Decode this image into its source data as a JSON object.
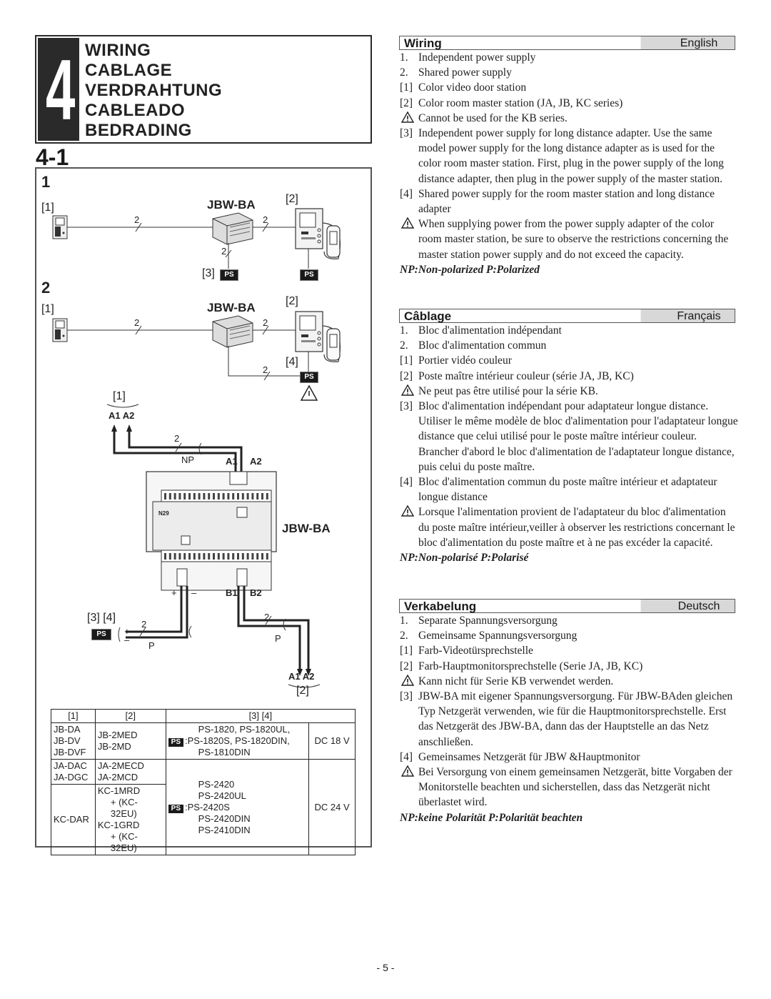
{
  "header": {
    "number": "4",
    "titles": [
      "WIRING",
      "CABLAGE",
      "VERDRAHTUNG",
      "CABLEADO",
      "BEDRADING"
    ]
  },
  "section": "4-1",
  "diagram": {
    "fig1": "1",
    "fig2": "2",
    "ref1": "[1]",
    "ref2": "[2]",
    "ref3": "[3]",
    "ref4": "[4]",
    "ref34": "[3] [4]",
    "adapter": "JBW-BA",
    "ps": "PS",
    "wire2": "2",
    "np": "NP",
    "p": "P",
    "a1": "A1",
    "a2": "A2",
    "a1a2": "A1 A2",
    "b1": "B1",
    "b2": "B2",
    "plus": "+",
    "minus": "–",
    "device_model": "N29"
  },
  "table": {
    "headers": [
      "[1]",
      "[2]",
      "[3] [4]"
    ],
    "row1": {
      "c1": [
        "JB-DA",
        "JB-DV",
        "JB-DVF"
      ],
      "c2": [
        "JB-2MED",
        "JB-2MD"
      ],
      "ps": [
        "PS-1820, PS-1820UL,",
        ":PS-1820S, PS-1820DIN,",
        "PS-1810DIN"
      ],
      "volt": "DC 18 V"
    },
    "row2": {
      "c1": [
        "JA-DAC",
        "JA-DGC"
      ],
      "c2": [
        "JA-2MECD",
        "JA-2MCD"
      ]
    },
    "row3": {
      "c1": "KC-DAR",
      "c2": [
        "KC-1MRD",
        "+ (KC-32EU)",
        "KC-1GRD",
        "+ (KC-32EU)"
      ]
    },
    "ps24": [
      "PS-2420",
      "PS-2420UL",
      ":PS-2420S",
      "PS-2420DIN",
      "PS-2410DIN"
    ],
    "volt24": "DC 24 V",
    "ps_badge": "PS"
  },
  "english": {
    "title": "Wiring",
    "lang": "English",
    "items": [
      {
        "k": "1.",
        "t": "Independent power supply"
      },
      {
        "k": "2.",
        "t": "Shared power supply"
      },
      {
        "k": "[1]",
        "t": "Color video door station"
      },
      {
        "k": "[2]",
        "t": "Color room master station (JA, JB, KC series)"
      },
      {
        "k": "!",
        "t": "Cannot be used for the KB series."
      },
      {
        "k": "[3]",
        "t": "Independent power supply for long distance adapter. Use the same model power supply for the long distance adapter as is used for the color room master station. First, plug in the power supply of the long distance adapter, then plug in the power supply of the master station."
      },
      {
        "k": "[4]",
        "t": "Shared power supply for the room master station and long distance adapter"
      },
      {
        "k": "!",
        "t": "When supplying power from the power supply adapter of the color room master station, be sure to observe the restrictions concerning the master station power supply and do not exceed the capacity."
      }
    ],
    "note": "NP:Non-polarized P:Polarized"
  },
  "french": {
    "title": "Câblage",
    "lang": "Français",
    "items": [
      {
        "k": "1.",
        "t": "Bloc d'alimentation indépendant"
      },
      {
        "k": "2.",
        "t": "Bloc d'alimentation commun"
      },
      {
        "k": "[1]",
        "t": "Portier vidéo couleur"
      },
      {
        "k": "[2]",
        "t": "Poste maître intérieur couleur (série JA, JB, KC)"
      },
      {
        "k": "!",
        "t": "Ne peut pas être utilisé pour la série KB."
      },
      {
        "k": "[3]",
        "t": "Bloc d'alimentation indépendant pour adaptateur longue distance. Utiliser le même modèle de bloc d'alimentation pour l'adaptateur longue distance que celui utilisé pour le poste maître intérieur couleur. Brancher d'abord le bloc d'alimentation de l'adaptateur longue distance, puis celui du poste maître."
      },
      {
        "k": "[4]",
        "t": "Bloc d'alimentation commun du poste maître intérieur et adaptateur longue distance"
      },
      {
        "k": "!",
        "t": "Lorsque l'alimentation provient de l'adaptateur du bloc d'alimentation du poste maître intérieur,veiller à observer les restrictions concernant le bloc d'alimentation du poste maître et à ne pas excéder la capacité."
      }
    ],
    "note": "NP:Non-polarisé P:Polarisé"
  },
  "german": {
    "title": "Verkabelung",
    "lang": "Deutsch",
    "items": [
      {
        "k": "1.",
        "t": "Separate Spannungsversorgung"
      },
      {
        "k": "2.",
        "t": "Gemeinsame Spannungsversorgung"
      },
      {
        "k": "[1]",
        "t": "Farb-Videotürsprechstelle"
      },
      {
        "k": "[2]",
        "t": "Farb-Hauptmonitorsprechstelle (Serie JA, JB, KC)"
      },
      {
        "k": "!",
        "t": "Kann nicht für Serie KB verwendet werden."
      },
      {
        "k": "[3]",
        "t": "JBW-BA mit eigener Spannungsversorgung. Für JBW-BAden gleichen Typ Netzgerät verwenden, wie für die Hauptmonitorsprechstelle. Erst das Netzgerät des JBW-BA, dann das der Hauptstelle an das Netz anschließen."
      },
      {
        "k": "[4]",
        "t": "Gemeinsames Netzgerät für JBW &Hauptmonitor"
      },
      {
        "k": "!",
        "t": "Bei Versorgung von einem gemeinsamen Netzgerät, bitte Vorgaben der Monitorstelle beachten und sicherstellen, dass das Netzgerät nicht überlastet wird."
      }
    ],
    "note": "NP:keine Polarität P:Polarität beachten"
  },
  "page_number": "- 5 -"
}
